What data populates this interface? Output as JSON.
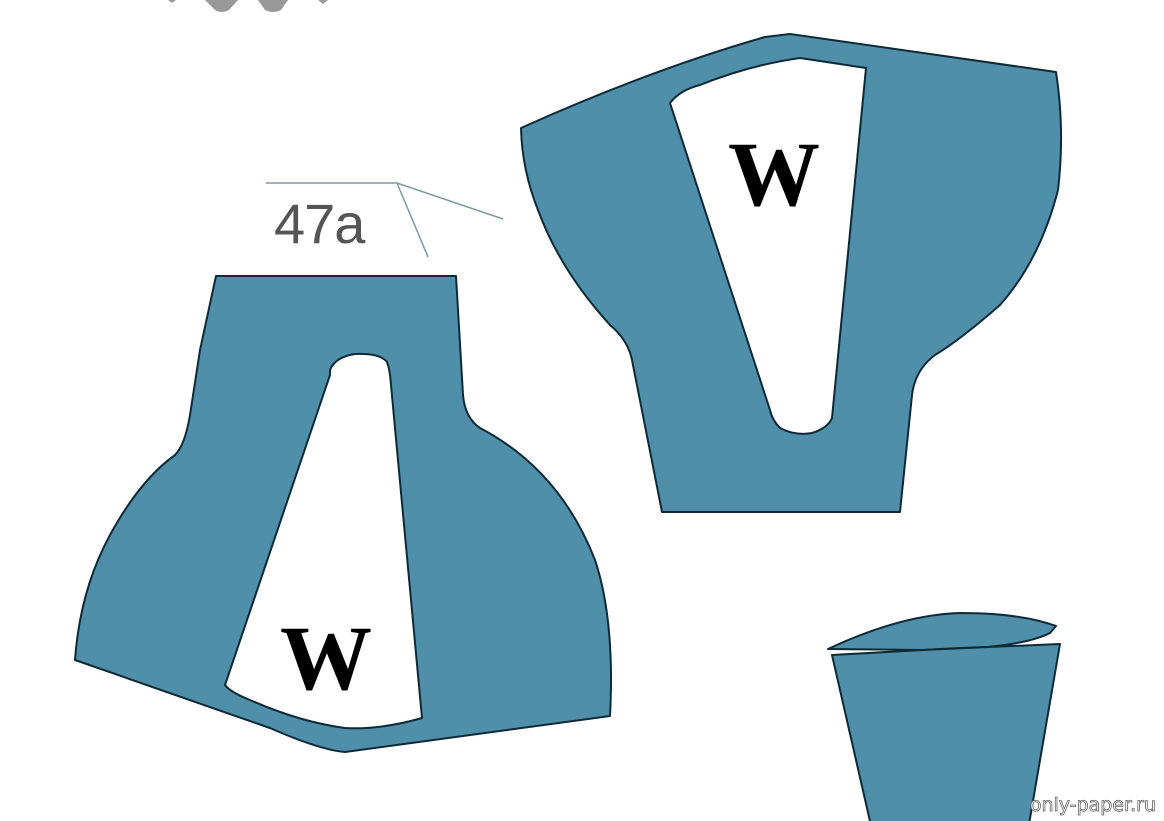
{
  "colors": {
    "paper": "#4f8fa9",
    "outline": "#0e2a36"
  },
  "part_number": "47a",
  "pieces": [
    {
      "name": "left-piece",
      "label": "W"
    },
    {
      "name": "right-piece",
      "label": "W"
    },
    {
      "name": "bottom-piece"
    }
  ],
  "watermark": "only-paper.ru"
}
